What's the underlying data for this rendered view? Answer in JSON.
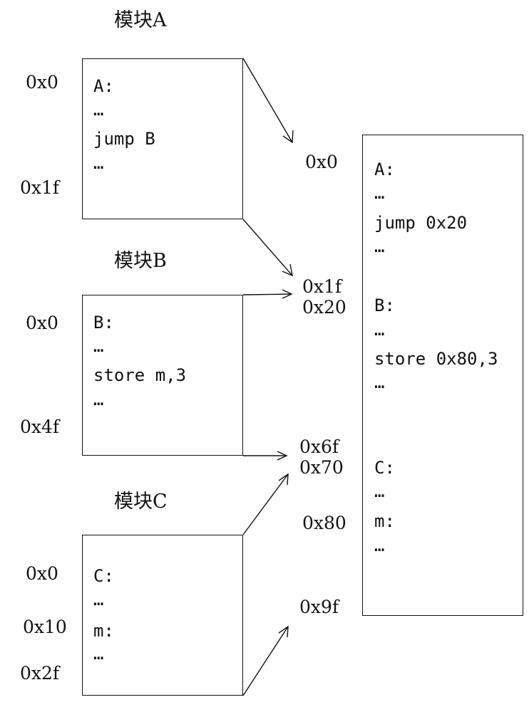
{
  "modules": [
    {
      "title": "模块A",
      "addresses": [
        "0x0",
        "0x1f"
      ],
      "lines": [
        "A:",
        "…",
        "jump B",
        "…"
      ]
    },
    {
      "title": "模块B",
      "addresses": [
        "0x0",
        "0x4f"
      ],
      "lines": [
        "B:",
        "…",
        "store m,3",
        "…"
      ]
    },
    {
      "title": "模块C",
      "addresses": [
        "0x0",
        "0x10",
        "0x2f"
      ],
      "lines": [
        "C:",
        "…",
        "m:",
        "…"
      ]
    }
  ],
  "linked": {
    "addresses": [
      "0x0",
      "0x1f",
      "0x20",
      "0x6f",
      "0x70",
      "0x80",
      "0x9f"
    ],
    "lines": [
      "A:",
      "…",
      "jump 0x20",
      "…",
      "B:",
      "…",
      "store 0x80,3",
      "…",
      "C:",
      "…",
      "m:",
      "…"
    ]
  }
}
